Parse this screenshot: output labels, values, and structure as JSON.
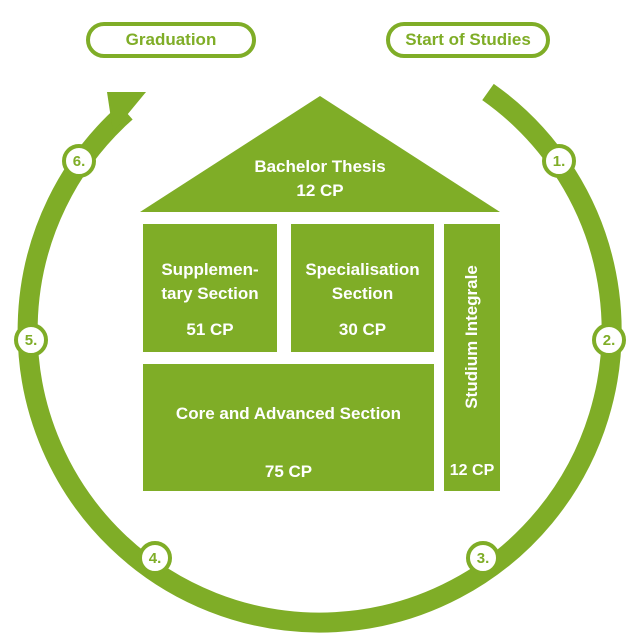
{
  "pills": {
    "graduation": "Graduation",
    "start": "Start of Studies"
  },
  "roof": {
    "title": "Bachelor Thesis",
    "cp": "12 CP"
  },
  "sections": {
    "supplementary": {
      "name": "Supplemen-\ntary Section",
      "cp": "51 CP"
    },
    "specialisation": {
      "name": "Specialisation\nSection",
      "cp": "30 CP"
    },
    "core": {
      "name": "Core and Advanced Section",
      "cp": "75 CP"
    },
    "studium": {
      "name": "Studium Integrale",
      "cp": "12 CP"
    }
  },
  "steps": [
    "1.",
    "2.",
    "3.",
    "4.",
    "5.",
    "6."
  ],
  "colors": {
    "accent": "#7fad27",
    "background": "#ffffff"
  }
}
